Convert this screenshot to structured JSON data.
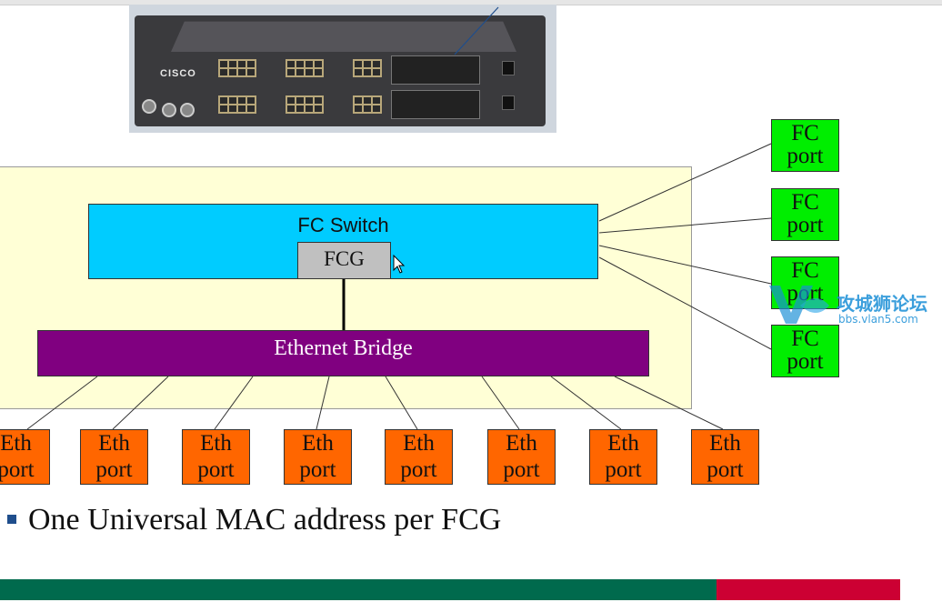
{
  "diagram": {
    "device_photo": {
      "brand": "CISCO"
    },
    "fc_switch": {
      "label": "FC Switch"
    },
    "fcg": {
      "label": "FCG"
    },
    "ethernet_bridge": {
      "label": "Ethernet Bridge"
    },
    "fc_ports": [
      {
        "line1": "FC",
        "line2": "port"
      },
      {
        "line1": "FC",
        "line2": "port"
      },
      {
        "line1": "FC",
        "line2": "port"
      },
      {
        "line1": "FC",
        "line2": "port"
      }
    ],
    "eth_ports": [
      {
        "line1": "Eth",
        "line2": "port"
      },
      {
        "line1": "Eth",
        "line2": "port"
      },
      {
        "line1": "Eth",
        "line2": "port"
      },
      {
        "line1": "Eth",
        "line2": "port"
      },
      {
        "line1": "Eth",
        "line2": "port"
      },
      {
        "line1": "Eth",
        "line2": "port"
      },
      {
        "line1": "Eth",
        "line2": "port"
      },
      {
        "line1": "Eth",
        "line2": "port"
      }
    ]
  },
  "bullets": [
    {
      "text": "One Universal MAC address per FCG"
    }
  ],
  "watermark": {
    "title": "攻城狮论坛",
    "url": "bbs.vlan5.com"
  },
  "colors": {
    "fc_switch": "#00ccff",
    "fcg": "#c0c0c0",
    "ethernet_bridge": "#800080",
    "fc_port": "#00ee00",
    "eth_port": "#ff6600",
    "outer_box": "#ffffd6",
    "footer_green": "#006a4d",
    "footer_red": "#cc0033"
  },
  "icons": [
    "mouse-cursor-icon",
    "bullet-square-icon",
    "watermark-logo-icon"
  ]
}
